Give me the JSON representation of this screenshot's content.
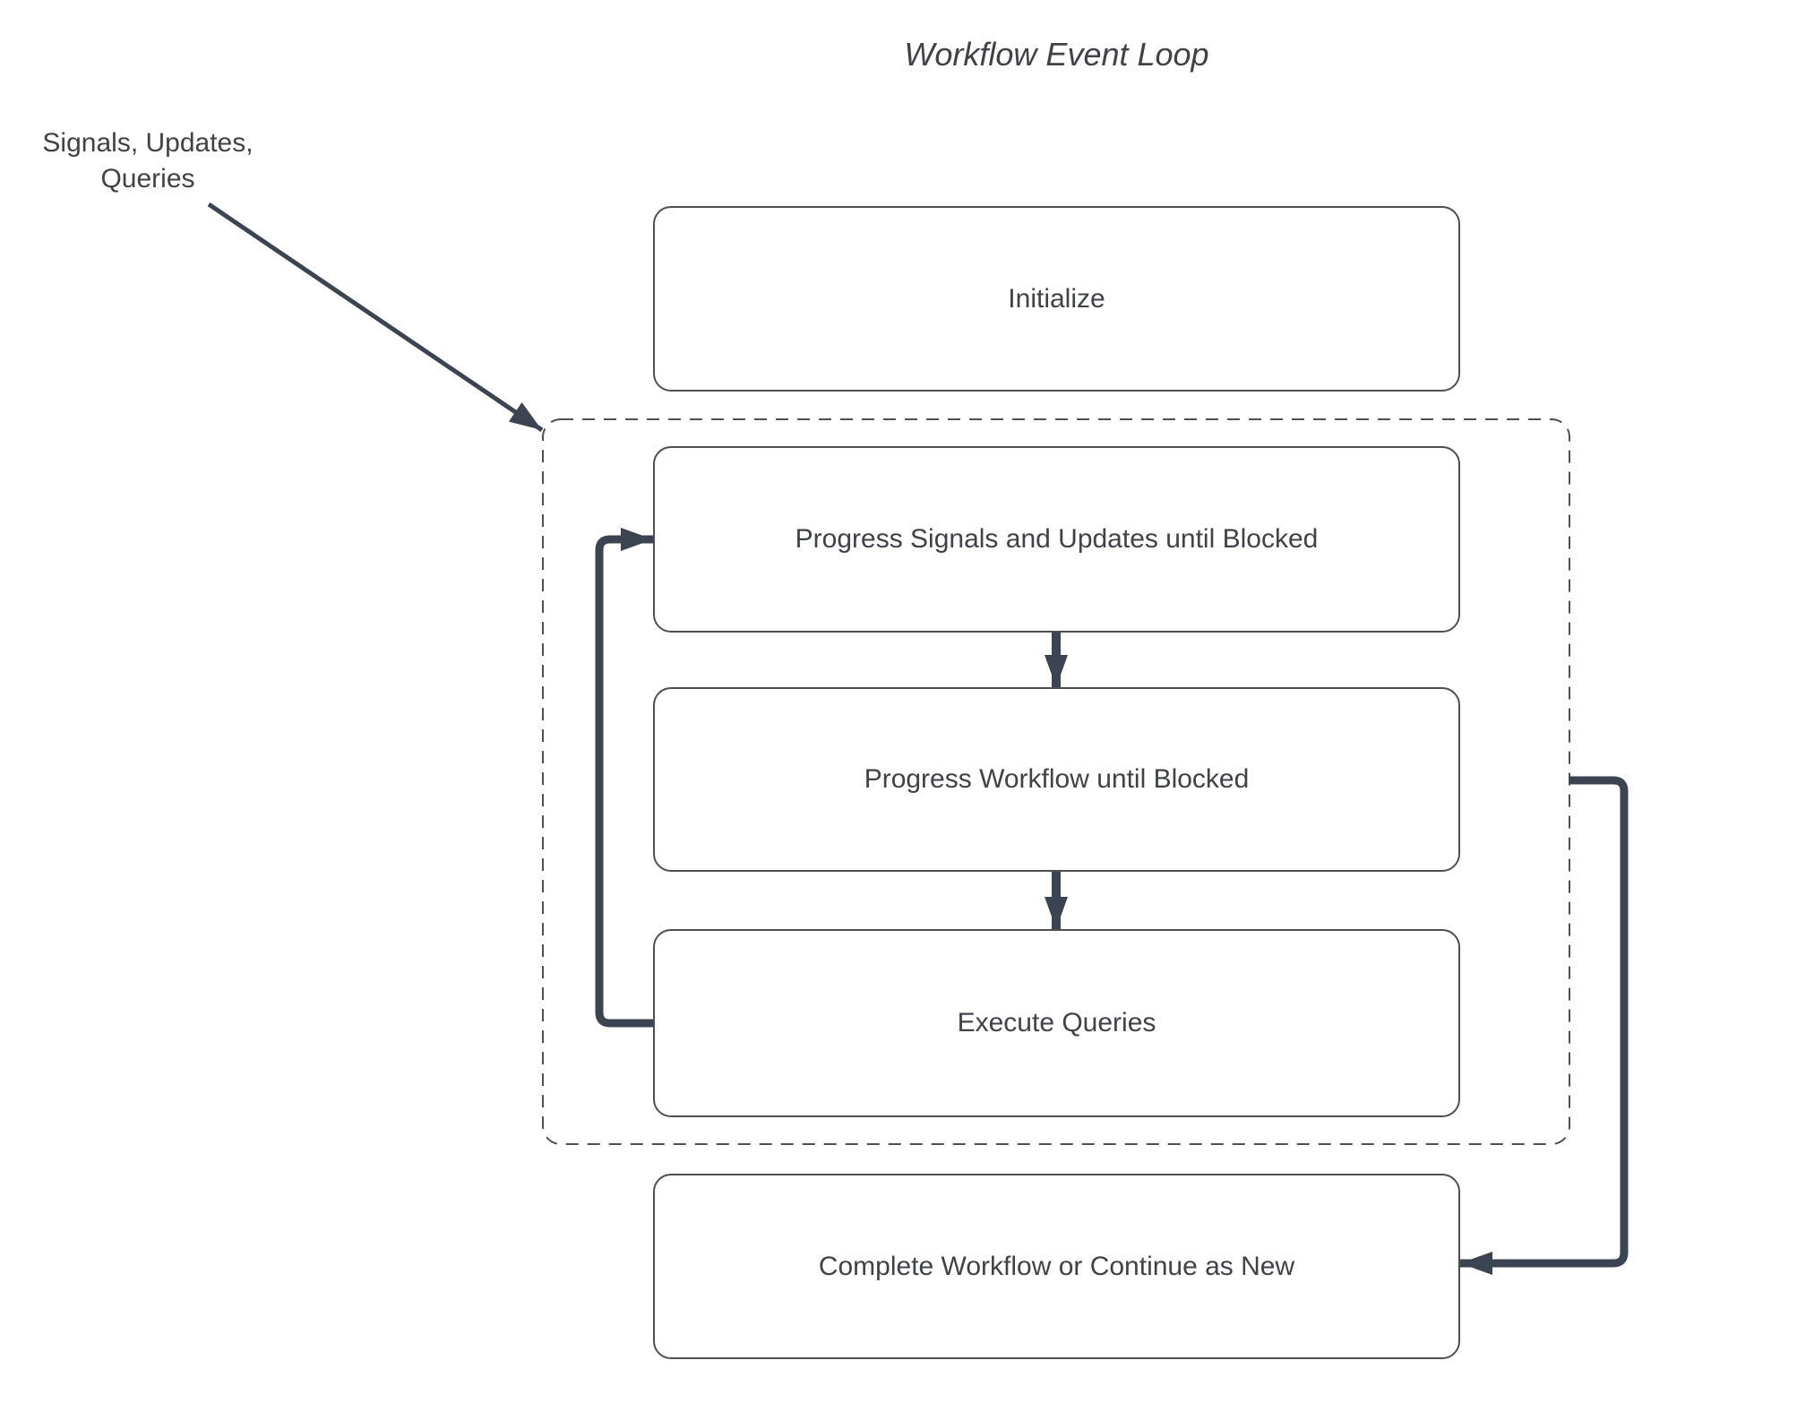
{
  "title": "Workflow Event Loop",
  "input_label": {
    "line1": "Signals, Updates,",
    "line2": "Queries"
  },
  "nodes": {
    "initialize": {
      "label": "Initialize"
    },
    "progress_signals": {
      "label": "Progress Signals and Updates until Blocked"
    },
    "progress_workflow": {
      "label": "Progress Workflow until Blocked"
    },
    "execute_queries": {
      "label": "Execute Queries"
    },
    "complete": {
      "label": "Complete Workflow or Continue as New"
    }
  },
  "container": {
    "name": "event-loop-dashed-container",
    "style": "dashed"
  },
  "edges": [
    {
      "name": "signals-input-arrow",
      "from": "signals-updates-queries-label",
      "to": "event-loop-dashed-container"
    },
    {
      "name": "signals-to-workflow-arrow",
      "from": "progress_signals",
      "to": "progress_workflow"
    },
    {
      "name": "workflow-to-queries-arrow",
      "from": "progress_workflow",
      "to": "execute_queries"
    },
    {
      "name": "loop-back-arrow",
      "from": "execute_queries",
      "to": "progress_signals"
    },
    {
      "name": "continue-arrow",
      "from": "event-loop-dashed-container",
      "to": "complete"
    }
  ],
  "colors": {
    "arrow": "#3d4451",
    "box_border": "#4f4f4f",
    "text": "#3f4247",
    "background": "#ffffff"
  }
}
